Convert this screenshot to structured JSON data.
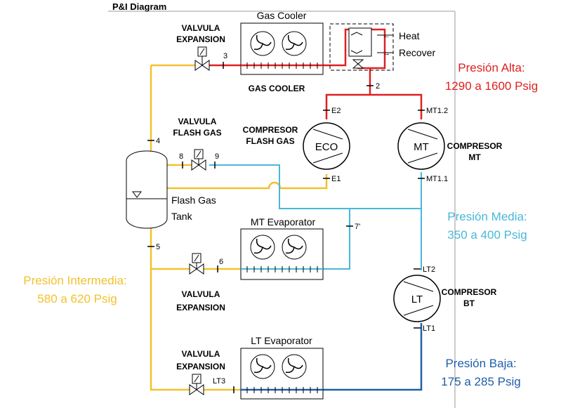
{
  "header": {
    "title": "P&I Diagram"
  },
  "equipment": {
    "gas_cooler": {
      "title": "Gas Cooler",
      "caption": "GAS COOLER"
    },
    "heat_recover": {
      "line1": "Heat",
      "line2": "Recover"
    },
    "flash_tank": {
      "line1": "Flash Gas",
      "line2": "Tank"
    },
    "mt_evaporator": {
      "title": "MT Evaporator"
    },
    "lt_evaporator": {
      "title": "LT Evaporator"
    },
    "eco": {
      "symbol": "ECO",
      "line1": "COMPRESOR",
      "line2": "FLASH GAS"
    },
    "mt": {
      "symbol": "MT",
      "line1": "COMPRESOR",
      "line2": "MT"
    },
    "lt": {
      "symbol": "LT",
      "line1": "COMPRESOR",
      "line2": "BT"
    }
  },
  "valves": {
    "top": {
      "line1": "VALVULA",
      "line2": "EXPANSION"
    },
    "flash": {
      "line1": "VALVULA",
      "line2": "FLASH GAS"
    },
    "mid": {
      "line1": "VALVULA",
      "line2": "EXPANSION"
    },
    "bottom": {
      "line1": "VALVULA",
      "line2": "EXPANSION"
    }
  },
  "points": {
    "p2": "2",
    "p3": "3",
    "p4": "4",
    "p5": "5",
    "p6": "6",
    "p7": "7'",
    "p8": "8",
    "p9": "9",
    "e1": "E1",
    "e2": "E2",
    "mt11": "MT1.1",
    "mt12": "MT1.2",
    "lt1": "LT1",
    "lt2": "LT2",
    "lt3": "LT3"
  },
  "pressures": {
    "alta": {
      "line1": "Presión Alta:",
      "line2": "1290 a 1600 Psig",
      "color": "#e02020"
    },
    "media": {
      "line1": "Presión Media:",
      "line2": "350 a 400 Psig",
      "color": "#49b8d9"
    },
    "intermedia": {
      "line1": "Presión Intermedia:",
      "line2": "580 a 620 Psig",
      "color": "#f2c12e"
    },
    "baja": {
      "line1": "Presión Baja:",
      "line2": "175 a 285 Psig",
      "color": "#1f5fa8"
    }
  }
}
